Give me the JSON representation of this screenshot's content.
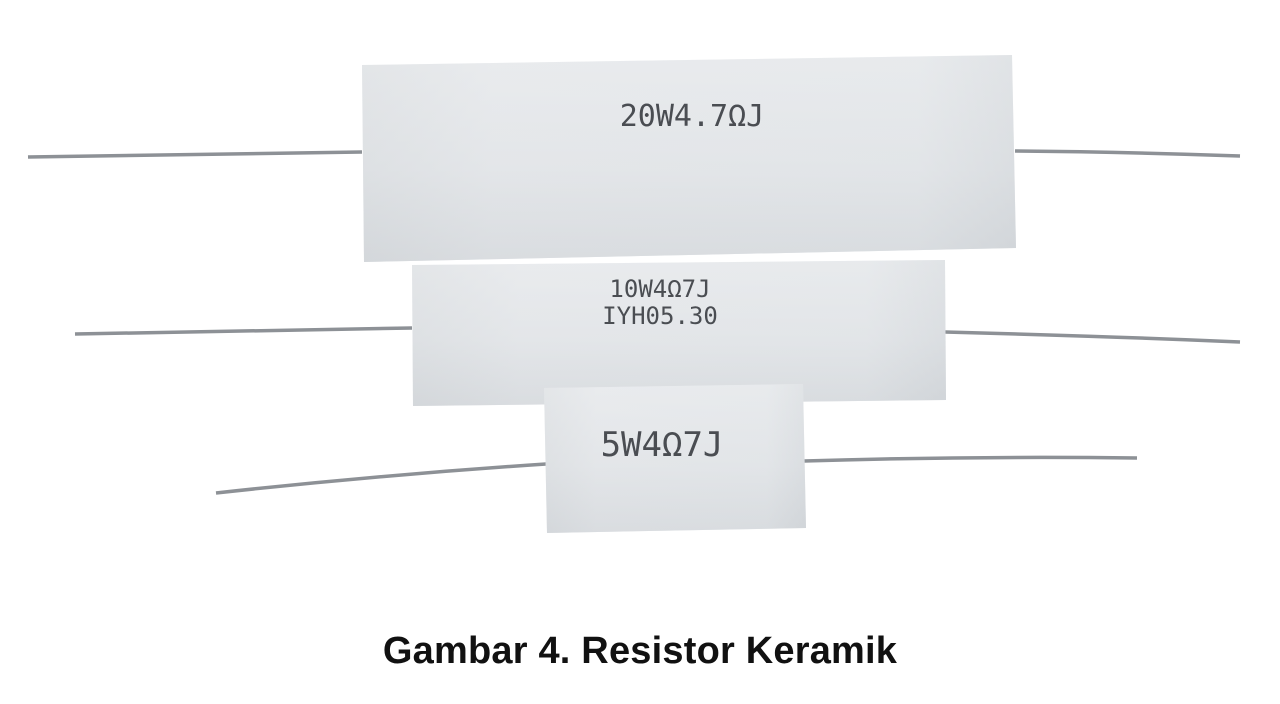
{
  "photo": {
    "resistors": [
      {
        "marking_lines": [
          "20W4.7ΩJ"
        ]
      },
      {
        "marking_lines": [
          "10W4Ω7J",
          "IYH05.30"
        ]
      },
      {
        "marking_lines": [
          "5W4Ω7J"
        ]
      }
    ]
  },
  "caption": {
    "text": "Gambar 4. Resistor Keramik"
  }
}
